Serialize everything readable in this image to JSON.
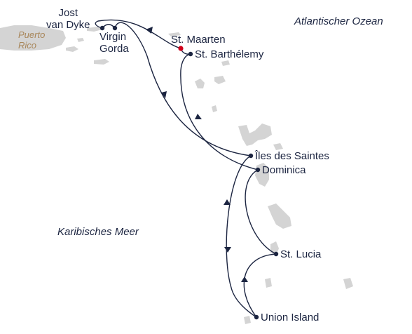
{
  "map": {
    "seas": {
      "atlantic": "Atlantischer Ozean",
      "caribbean": "Karibisches Meer"
    },
    "land_labels": {
      "puerto_rico_line1": "Puerto",
      "puerto_rico_line2": "Rico"
    },
    "ports": {
      "jost_line1": "Jost",
      "jost_line2": "van Dyke",
      "virgin_line1": "Virgin",
      "virgin_line2": "Gorda",
      "st_maarten": "St. Maarten",
      "st_barth": "St. Barthélemy",
      "saintes": "Îles des Saintes",
      "dominica": "Dominica",
      "st_lucia": "St. Lucia",
      "union_island": "Union Island"
    },
    "colors": {
      "route": "#1c2541",
      "land": "#d4d4d4",
      "start_port": "#d0021b",
      "puerto_rico_label": "#a8865a"
    }
  }
}
